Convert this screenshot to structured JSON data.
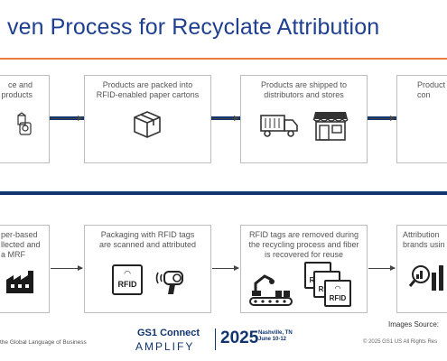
{
  "title": "ven Process for Recyclate Attribution",
  "row1": [
    {
      "text": "ce and\nproducts",
      "icon": "carton-phone-icon"
    },
    {
      "text": "Products are packed into\nRFID-enabled paper cartons",
      "icon": "box-icon"
    },
    {
      "text": "Products are shipped to\ndistributors and stores",
      "icon": "truck-store-icon"
    },
    {
      "text": "Product\ncon",
      "icon": ""
    }
  ],
  "row2": [
    {
      "text": "per-based\nllected and\na MRF",
      "icon": "factory-icon"
    },
    {
      "text": "Packaging with RFID tags\nare scanned and attributed",
      "icon": "rfid-scanner-icon"
    },
    {
      "text": "RFID tags are removed during\nthe recycling process and fiber\nis recovered for reuse",
      "icon": "conveyor-rfid-icon"
    },
    {
      "text": "Attribution\nbrands usin",
      "icon": "chart-magnifier-icon"
    }
  ],
  "rfid_label": "RFID",
  "footer": {
    "left": "the Global Language of Business",
    "gs1_connect": "GS1 Connect",
    "amplify": "AMPLIFY",
    "year": "2025",
    "city": "Nashville, TN",
    "dates": "June 10-12",
    "source": "Images Source:",
    "copyright": "© 2025 GS1 US All Rights Res"
  },
  "colors": {
    "title": "#1f3f8f",
    "accent": "#ea7a3b",
    "navy": "#12356f"
  }
}
